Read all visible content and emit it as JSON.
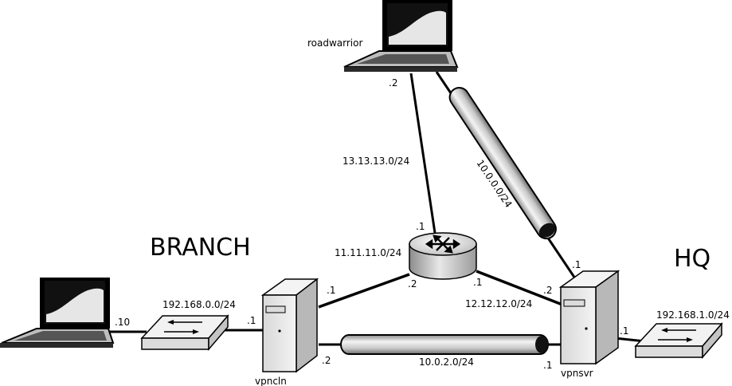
{
  "sites": {
    "branch": "BRANCH",
    "hq": "HQ"
  },
  "hosts": {
    "roadwarrior": "roadwarrior",
    "vpncln": "vpncln",
    "vpnsvr": "vpnsvr"
  },
  "networks": {
    "net13": "13.13.13.0/24",
    "net11": "11.11.11.0/24",
    "net12": "12.12.12.0/24",
    "lan_branch": "192.168.0.0/24",
    "lan_hq": "192.168.1.0/24",
    "tunnel_rw": "10.0.0.0/24",
    "tunnel_site": "10.0.2.0/24"
  },
  "addresses": {
    "rw_on_13": ".2",
    "router_on_13": ".1",
    "router_on_11": ".2",
    "vpncln_on_11": ".1",
    "router_on_12": ".1",
    "vpnsvr_on_12": ".2",
    "vpnsvr_on_tunnel_rw": ".1",
    "branch_laptop": ".10",
    "vpncln_on_lan": ".1",
    "vpncln_on_tunnel": ".2",
    "vpnsvr_on_tunnel": ".1",
    "vpnsvr_on_lan": ".1"
  }
}
